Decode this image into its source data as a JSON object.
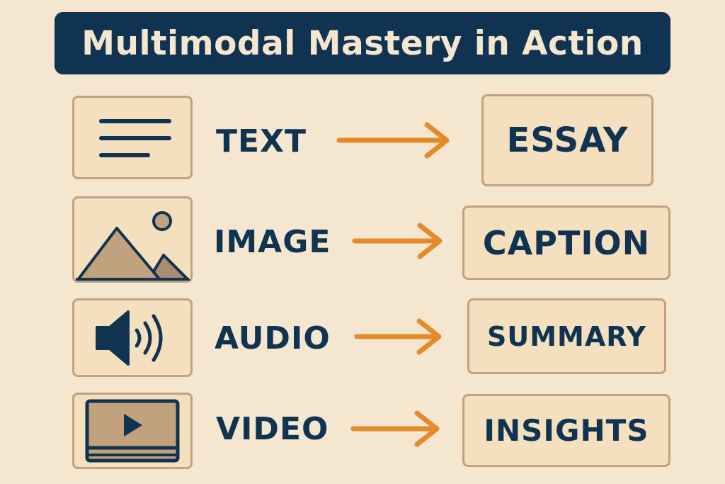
{
  "title": "Multimodal Mastery in Action",
  "colors": {
    "background": "#f4e6cf",
    "title_bg": "#0f3350",
    "text": "#0f3350",
    "box_fill": "#f4dfbe",
    "box_border": "#c2a27e",
    "arrow": "#e58a2a"
  },
  "rows": [
    {
      "icon": "text-lines-icon",
      "input": "TEXT",
      "output": "ESSAY"
    },
    {
      "icon": "image-icon",
      "input": "IMAGE",
      "output": "CAPTION"
    },
    {
      "icon": "speaker-icon",
      "input": "AUDIO",
      "output": "SUMMARY"
    },
    {
      "icon": "video-player-icon",
      "input": "VIDEO",
      "output": "INSIGHTS"
    }
  ]
}
